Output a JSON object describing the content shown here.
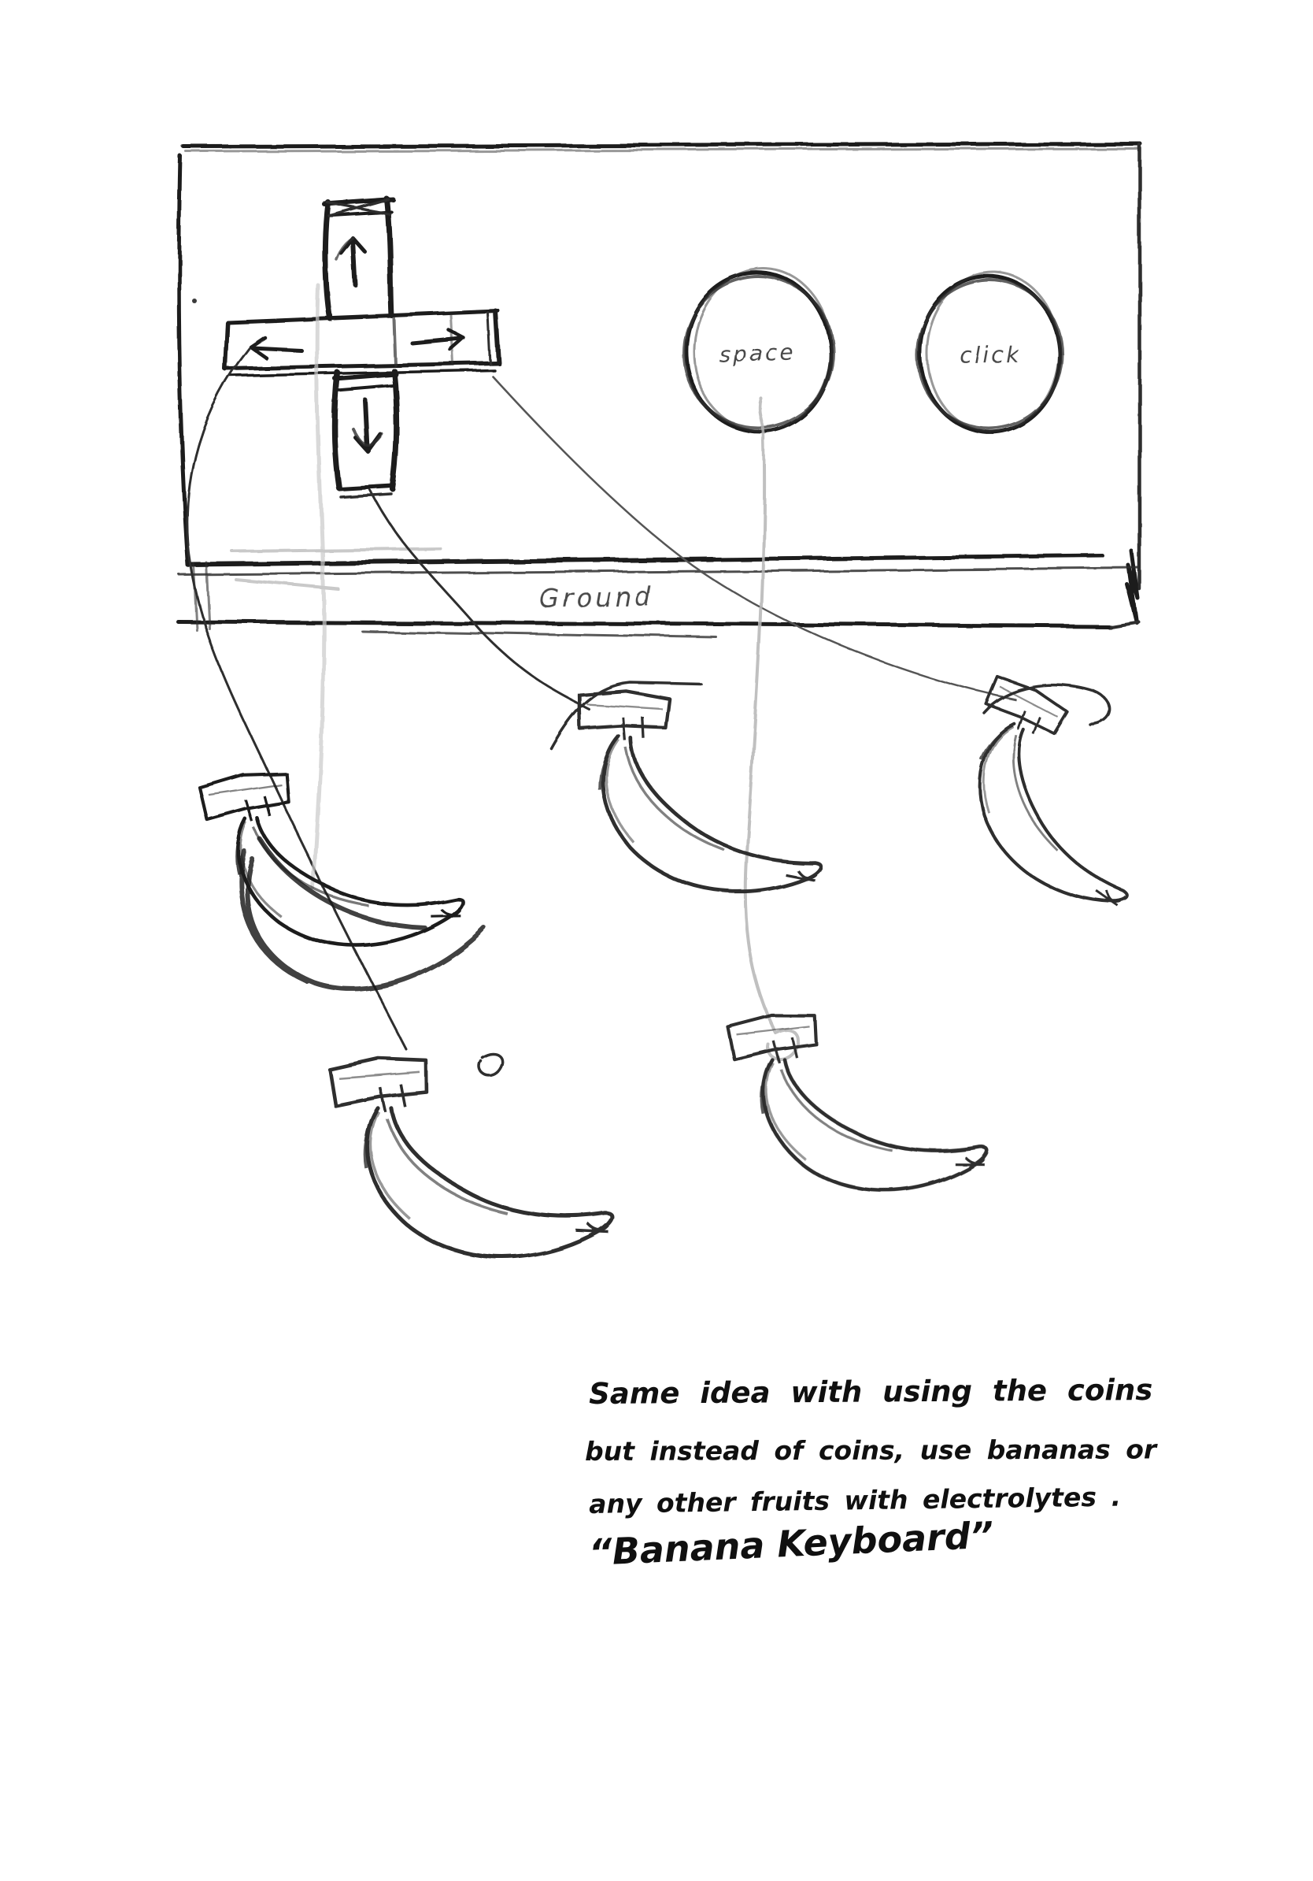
{
  "board": {
    "ground_label": "Ground",
    "buttons": [
      {
        "label": "space"
      },
      {
        "label": "click"
      }
    ],
    "dpad_directions": [
      "up",
      "left",
      "right",
      "down"
    ]
  },
  "bananas": {
    "count": 5,
    "positions": [
      "left",
      "middle-top",
      "right",
      "bottom-left",
      "bottom-middle"
    ]
  },
  "note": {
    "line1": "Same idea with using the coins",
    "line2": "but instead of coins, use bananas or",
    "line3": "any other fruits with electrolytes .",
    "line4": "“Banana Keyboard”"
  },
  "colors": {
    "pencil": "#2f2f2f",
    "pencil_heavy": "#1c1c1c",
    "pencil_mid": "#555555",
    "pencil_faint": "#b5b5b5",
    "ink": "#101010",
    "paper": "#ffffff"
  }
}
